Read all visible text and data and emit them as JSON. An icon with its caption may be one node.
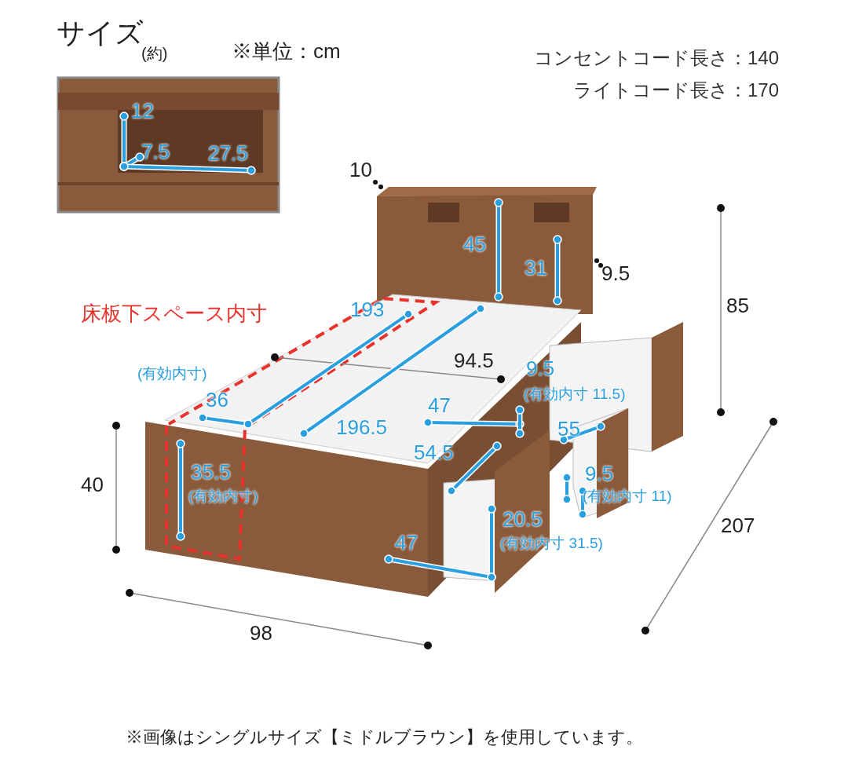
{
  "diagram": {
    "title": "サイズ",
    "caption": "※画像はシングルサイズ【ミドルブラウン】を使用しています。",
    "labels": [
      "(約)",
      "※単位：cm",
      "コンセントコード長さ：140",
      "ライトコード長さ：170",
      "12",
      "7.5",
      "27.5",
      "10",
      "45",
      "31",
      "9.5",
      "85",
      "床板下スペース内寸",
      "193",
      "94.5",
      "(有効内寸)",
      "36",
      "9.5",
      "(有効内寸 11.5)",
      "47",
      "196.5",
      "55",
      "54.5",
      "40",
      "35.5",
      "(有効内寸)",
      "9.5",
      "(有効内寸 11)",
      "20.5",
      "47",
      "(有効内寸 31.5)",
      "207",
      "98"
    ]
  }
}
